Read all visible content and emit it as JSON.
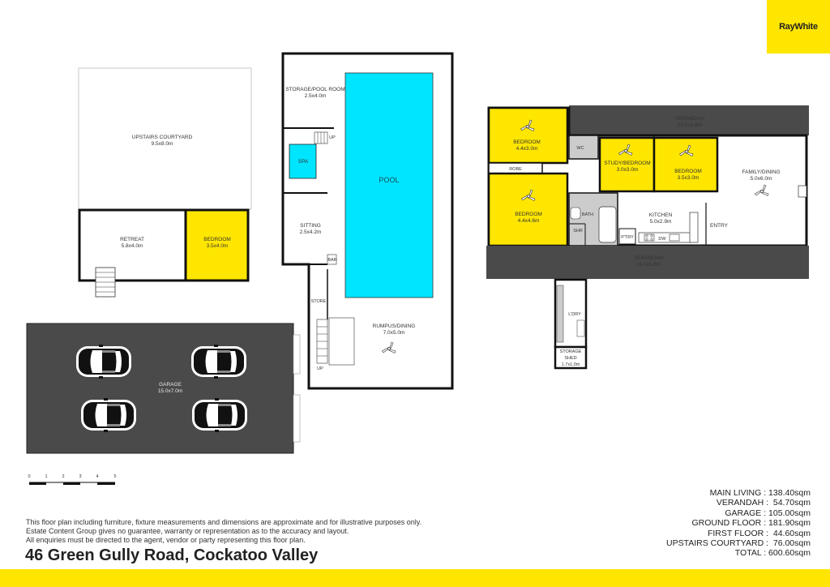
{
  "brand": {
    "logo_text": "RayWhite",
    "accent": "#ffe600"
  },
  "colors": {
    "bedroom": "#ffe600",
    "pool": "#00e5ff",
    "verandah": "#4a4a4a",
    "wall": "#111111",
    "wet": "#cccccc"
  },
  "rooms": {
    "upstairs_courtyard": {
      "name": "UPSTAIRS COURTYARD",
      "dim": "9.5x8.0m"
    },
    "retreat": {
      "name": "RETREAT",
      "dim": "5.8x4.0m"
    },
    "bedroom_upper": {
      "name": "BEDROOM",
      "dim": "3.5x4.0m"
    },
    "storage_pool": {
      "name": "STORAGE/POOL ROOM",
      "dim": "2.5x4.0m"
    },
    "spa": {
      "name": "SPA"
    },
    "pool": {
      "name": "POOL"
    },
    "sitting": {
      "name": "SITTING",
      "dim": "2.5x4.2m"
    },
    "bar": {
      "name": "BAR"
    },
    "store": {
      "name": "STORE"
    },
    "rumpus": {
      "name": "RUMPUS/DINING",
      "dim": "7.0x5.0m"
    },
    "up_1": {
      "name": "UP"
    },
    "up_2": {
      "name": "UP"
    },
    "garage": {
      "name": "GARAGE",
      "dim": "15.0x7.0m"
    },
    "verandah_top": {
      "name": "VERANDAH",
      "dim": "13.5x1.8m"
    },
    "bedroom_1": {
      "name": "BEDROOM",
      "dim": "4.4x3.0m"
    },
    "robe": {
      "name": "ROBE"
    },
    "wc": {
      "name": "WC"
    },
    "study": {
      "name": "STUDY/BEDROOM",
      "dim": "3.0x3.0m"
    },
    "bedroom_3": {
      "name": "BEDROOM",
      "dim": "3.5x3.0m"
    },
    "family": {
      "name": "FAMILY/DINING",
      "dim": "5.0x6.0m"
    },
    "bedroom_2": {
      "name": "BEDROOM",
      "dim": "4.4x4.6m"
    },
    "bath": {
      "name": "BATH"
    },
    "shr": {
      "name": "SHR"
    },
    "kitchen": {
      "name": "KITCHEN",
      "dim": "5.0x2.9m"
    },
    "ptry": {
      "name": "P'TRY"
    },
    "dw": {
      "name": "DW"
    },
    "entry": {
      "name": "ENTRY"
    },
    "verandah_bottom": {
      "name": "VERANDAH",
      "dim": "18.0x1.8m"
    },
    "ldry": {
      "name": "L'DRY"
    },
    "storage_shed": {
      "name": "STORAGE",
      "name2": "SHED",
      "dim": "1.7x1.0m"
    }
  },
  "scale": {
    "ticks": [
      "0",
      "1",
      "2",
      "3",
      "4",
      "5"
    ]
  },
  "disclaimer": [
    "This floor plan including furniture, fixture measurements and dimensions are approximate and for illustrative purposes only.",
    "Estate Content Group gives no guarantee, warranty or representation as to the accuracy and layout.",
    "All enquiries must be directed to the agent, vendor or party representing this floor plan."
  ],
  "address": "46 Green Gully Road, Cockatoo Valley",
  "areas": [
    {
      "label": "MAIN LIVING",
      "value": "138.40sqm"
    },
    {
      "label": "VERANDAH",
      "value": "54.70sqm"
    },
    {
      "label": "GARAGE",
      "value": "105.00sqm"
    },
    {
      "label": "GROUND FLOOR",
      "value": "181.90sqm"
    },
    {
      "label": "FIRST FLOOR",
      "value": "44.60sqm"
    },
    {
      "label": "UPSTAIRS COURTYARD",
      "value": "76.00sqm"
    },
    {
      "label": "TOTAL",
      "value": "600.60sqm"
    }
  ]
}
